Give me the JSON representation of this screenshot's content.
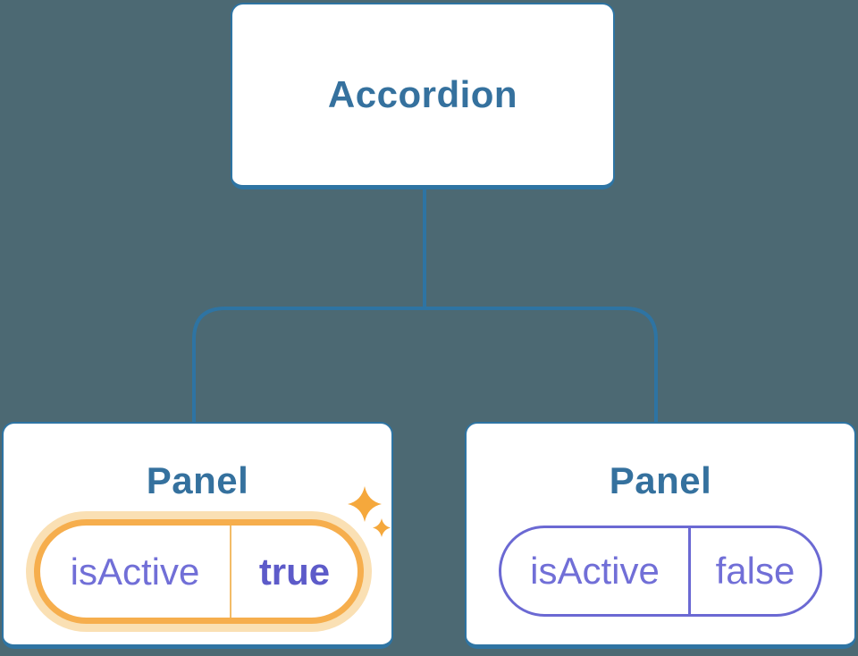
{
  "diagram": {
    "type": "component-tree",
    "root": {
      "label": "Accordion"
    },
    "children": [
      {
        "label": "Panel",
        "state": {
          "name": "isActive",
          "value": "true"
        },
        "highlighted": true,
        "decoration": "sparkles-icon"
      },
      {
        "label": "Panel",
        "state": {
          "name": "isActive",
          "value": "false"
        },
        "highlighted": false
      }
    ]
  },
  "colors": {
    "background": "#4C6973",
    "node_fill": "#FFFFFF",
    "node_border": "#2E74A3",
    "node_label": "#35719E",
    "connector_line": "#2E74A3",
    "state_key_text": "#716FD7",
    "state_value_active_text": "#5D5BC9",
    "inactive_pill_border": "#6B69D3",
    "active_pill_ring": "#F6AE4D",
    "active_pill_glow": "#FAE0B4",
    "active_pill_divider": "#F3BC68",
    "sparkle": "#F5A83C"
  }
}
